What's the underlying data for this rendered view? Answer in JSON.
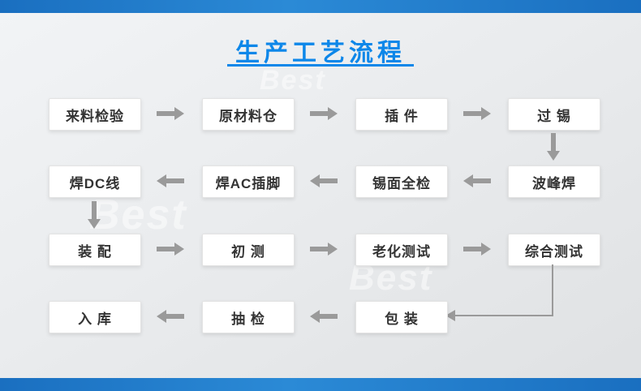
{
  "header": {
    "title": "生产工艺流程"
  },
  "watermark": {
    "text": "Best"
  },
  "colors": {
    "accent_blue": "#0d87e9",
    "bar_blue": "#1a6fc0",
    "arrow_gray": "#9a9a9a",
    "box_bg": "#ffffff",
    "box_text": "#333333",
    "page_bg": "#e9ebed"
  },
  "icons": {
    "arrow_right": "solid right-pointing arrow",
    "arrow_left": "solid left-pointing arrow",
    "arrow_down": "solid down-pointing arrow",
    "elbow_connector": "right-angle connector line with left arrowhead"
  },
  "flow": {
    "row1": {
      "direction": "right",
      "boxes": [
        "来料检验",
        "原材料仓",
        "插 件",
        "过 锡"
      ]
    },
    "row2": {
      "direction": "left",
      "boxes": [
        "焊DC线",
        "焊AC插脚",
        "锡面全检",
        "波峰焊"
      ]
    },
    "row3": {
      "direction": "right",
      "boxes": [
        "装 配",
        "初 测",
        "老化测试",
        "综合测试"
      ]
    },
    "row4": {
      "direction": "left",
      "boxes": [
        "入 库",
        "抽 检",
        "包 装"
      ]
    }
  }
}
